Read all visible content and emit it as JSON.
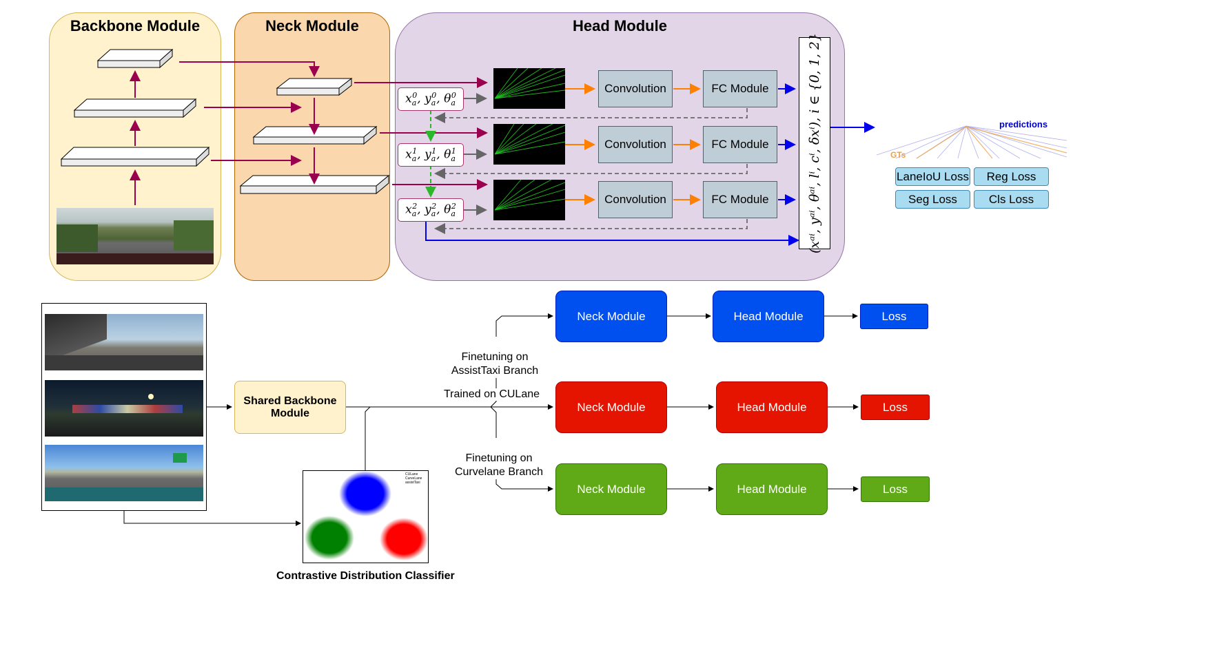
{
  "top": {
    "backbone_title": "Backbone Module",
    "neck_title": "Neck Module",
    "head_title": "Head Module",
    "convolution": "Convolution",
    "fc_module": "FC Module",
    "anchors": [
      {
        "x": "x",
        "y": "y",
        "t": "θ",
        "sub": "a",
        "idx": "0"
      },
      {
        "x": "x",
        "y": "y",
        "t": "θ",
        "sub": "a",
        "idx": "1"
      },
      {
        "x": "x",
        "y": "y",
        "t": "θ",
        "sub": "a",
        "idx": "2"
      }
    ],
    "output_vector": "(xᵃⁱ, yᵃⁱ, θᵃⁱ, lⁱ, cⁱ, δxⁱ), i ∈ {0, 1, 2}",
    "predictions_label": "predictions",
    "gts_label": "GTs",
    "losses": [
      "LaneIoU Loss",
      "Reg Loss",
      "Seg Loss",
      "Cls Loss"
    ]
  },
  "bottom": {
    "shared_backbone": "Shared Backbone Module",
    "classifier_caption": "Contrastive Distribution Classifier",
    "legend": [
      "CULane",
      "CurveLane",
      "assistTaxi"
    ],
    "branch_labels": {
      "assisttaxi": "Finetuning on\nAssistTaxi Branch",
      "culane": "Trained on CULane",
      "curvelane": "Finetuning on\nCurvelane Branch"
    },
    "rows": [
      {
        "neck": "Neck Module",
        "head": "Head Module",
        "loss": "Loss",
        "color": "#0050ef"
      },
      {
        "neck": "Neck Module",
        "head": "Head Module",
        "loss": "Loss",
        "color": "#e51400"
      },
      {
        "neck": "Neck Module",
        "head": "Head Module",
        "loss": "Loss",
        "color": "#60a917"
      }
    ]
  },
  "colors": {
    "backbone_fill": "#fff2cc",
    "neck_fill": "#fad7ac",
    "head_fill": "#e1d5e7",
    "feature_arrow": "#99004d",
    "conv_arrow": "#ff8000",
    "output_arrow": "#0000ee",
    "dashed_green": "#2ab82a"
  }
}
